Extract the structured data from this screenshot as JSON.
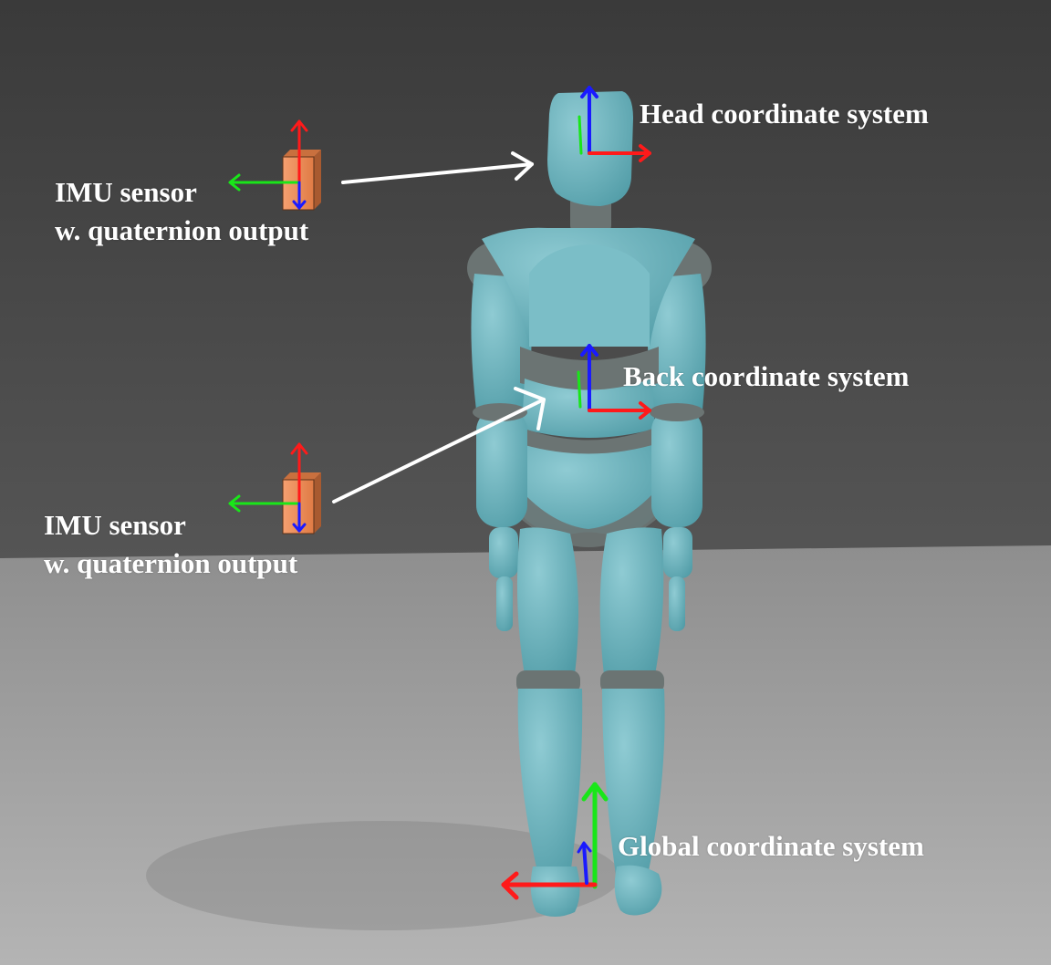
{
  "labels": {
    "head": "Head coordinate system",
    "back": "Back coordinate system",
    "global": "Global coordinate system",
    "imu_top": {
      "line1": "IMU sensor",
      "line2": "w. quaternion output"
    },
    "imu_bottom": {
      "line1": "IMU sensor",
      "line2": "w. quaternion output"
    }
  },
  "colors": {
    "wall": "#4a4a4a",
    "floor": "#a5a5a5",
    "body": "#6fb3bd",
    "joint": "#6b7473",
    "sensor": "#f0905a",
    "axis_x": "#ff1a1a",
    "axis_y": "#19e619",
    "axis_z": "#1a1aff",
    "pointer": "#ffffff"
  },
  "icons": [
    "imu-sensor-icon",
    "coordinate-axes-icon",
    "humanoid-figure"
  ]
}
